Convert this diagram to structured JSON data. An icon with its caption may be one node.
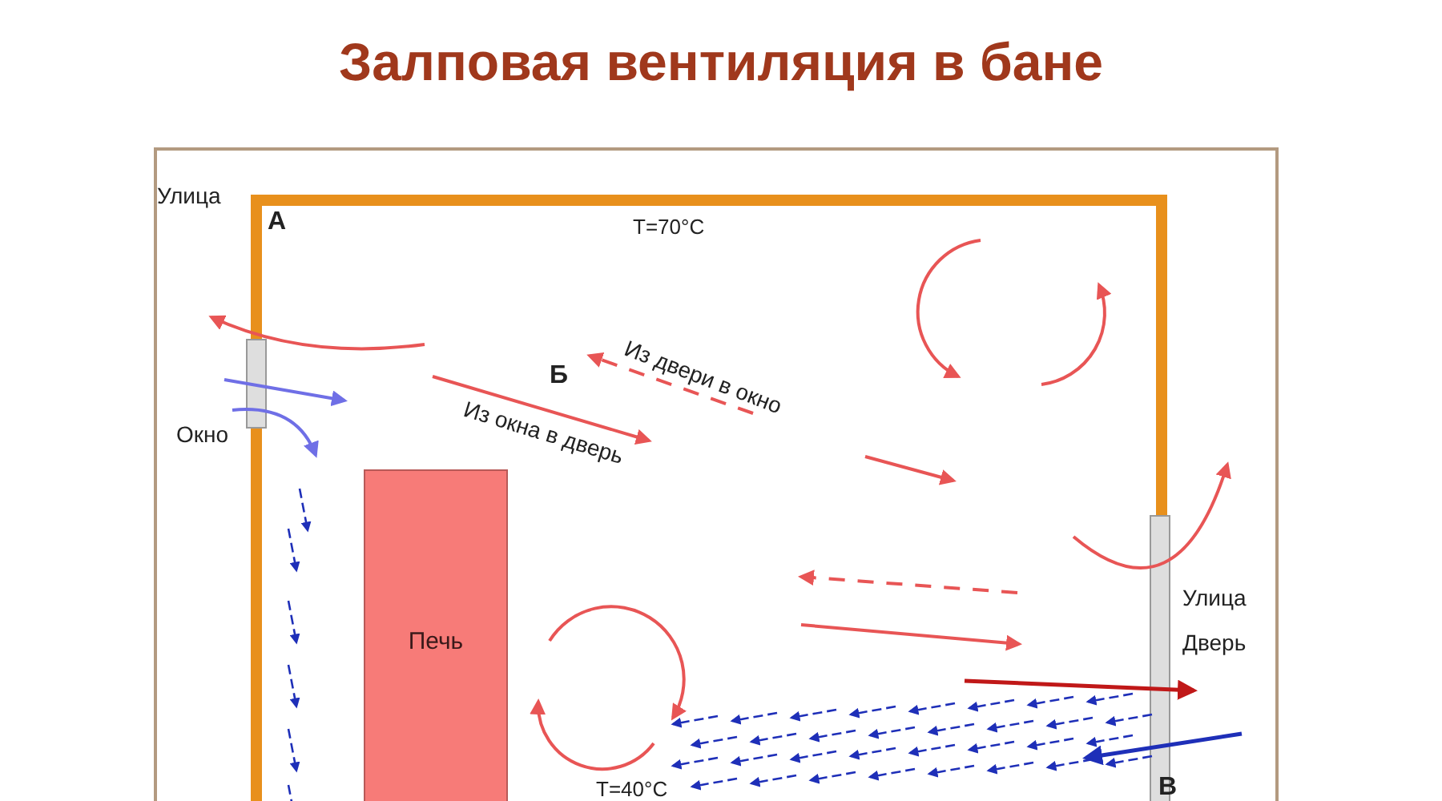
{
  "diagram": {
    "title": "Залповая вентиляция в бане",
    "nodes": [
      {
        "text": [
          "Печь"
        ]
      }
    ],
    "edges": [],
    "labels": [
      "Улица",
      "А",
      "T=70°C",
      "Б",
      "Из двери в окно",
      "Из окна в дверь",
      "Окно",
      "Улица",
      "Дверь",
      "T=40°C",
      "В"
    ]
  }
}
